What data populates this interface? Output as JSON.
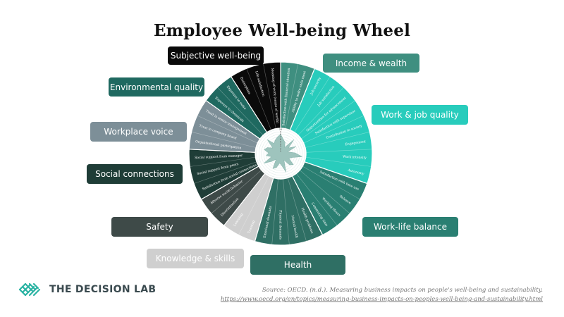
{
  "title": "Employee Well-being Wheel",
  "center": {
    "scale_labels": [
      "10",
      "9",
      "8",
      "7",
      "6",
      "5",
      "4",
      "3",
      "2",
      "1"
    ]
  },
  "colors": {
    "subjective": "#0a0a0a",
    "income": "#3f8f80",
    "work": "#28ccbc",
    "balance": "#2a7f72",
    "health": "#2f6f64",
    "knowledge": "#cfcfcf",
    "safety": "#3e4a48",
    "social": "#1f3d37",
    "voice": "#7d8f98",
    "environmental": "#1f6960",
    "center_fill": "#9ec4bd",
    "center_stroke": "#d8e8e5",
    "divider": "#ffffff"
  },
  "categories": [
    {
      "id": "subjective",
      "label": "Subjective well-being",
      "color": "#0a0a0a",
      "items": [
        "Endorphins",
        "Life satisfaction",
        "Meaning of work (sense of worth)"
      ]
    },
    {
      "id": "income",
      "label": "Income & wealth",
      "color": "#3f8f80",
      "items": [
        "Satisfaction with financial situation",
        "Ability to make ends meet"
      ]
    },
    {
      "id": "work",
      "label": "Work & job quality",
      "color": "#28ccbc",
      "items": [
        "Job security",
        "Job satisfaction",
        "Opportunities for advancement",
        "Satisfaction with supervisor",
        "Contribution to society",
        "Engagement",
        "Work intensity",
        "Autonomy"
      ]
    },
    {
      "id": "balance",
      "label": "Work-life balance",
      "color": "#2a7f72",
      "items": [
        "Satisfaction with time use",
        "Balance",
        "Working Hours",
        "Commuting time"
      ]
    },
    {
      "id": "health",
      "label": "Health",
      "color": "#2f6f64",
      "items": [
        "Health problems",
        "Mental health",
        "Physical demands",
        "Emotional demands"
      ]
    },
    {
      "id": "knowledge",
      "label": "Knowledge & skills",
      "color": "#cfcfcf",
      "items": [
        "Training",
        "Learning"
      ]
    },
    {
      "id": "safety",
      "label": "Safety",
      "color": "#3e4a48",
      "items": [
        "Discrimination",
        "Adverse social behavior"
      ]
    },
    {
      "id": "social",
      "label": "Social connections",
      "color": "#1f3d37",
      "items": [
        "Satisfaction from social connections",
        "Social support from peers",
        "Social support from manager"
      ]
    },
    {
      "id": "voice",
      "label": "Workplace voice",
      "color": "#7d8f98",
      "items": [
        "Organisational participation",
        "Trust in company board",
        "Trust in senior management"
      ]
    },
    {
      "id": "environmental",
      "label": "Environmental quality",
      "color": "#1f6960",
      "items": [
        "Exposure to chemicals",
        "Exposure to noise"
      ]
    }
  ],
  "radar_values": [
    8,
    6,
    5,
    3,
    8,
    4,
    7,
    3,
    6,
    9,
    5,
    4,
    7,
    6,
    3,
    8,
    5,
    4,
    6,
    7,
    3,
    5,
    8,
    4,
    6,
    5,
    7,
    6,
    4,
    8,
    5,
    6,
    7
  ],
  "branding": {
    "name": "THE DECISION LAB",
    "logo_icon": "decision-lab-logo-icon"
  },
  "source": {
    "line1": "Source: OECD. (n.d.). Measuring business impacts on people's well-being and sustainability.",
    "line2": "https://www.oecd.org/en/topics/measuring-business-impacts-on-peoples-well-being-and-sustainability.html"
  }
}
